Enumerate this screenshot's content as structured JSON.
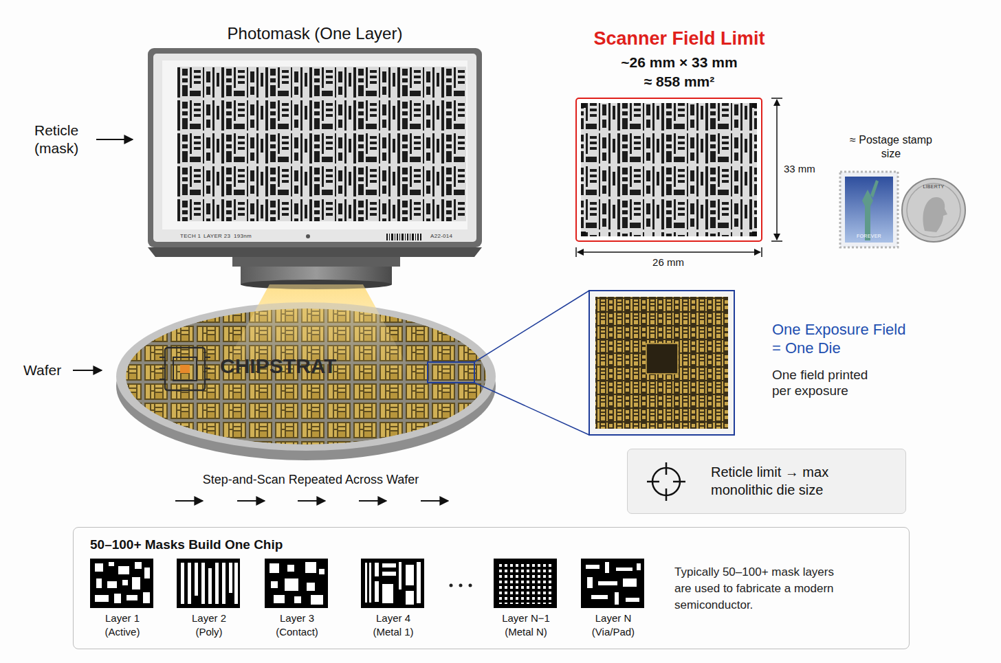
{
  "diagram": {
    "nodes": [
      {
        "text": [
          "Reticle limit → max monolithic die size"
        ]
      },
      {
        "text": [
          "50–100+ Masks Build One Chip",
          "Typically 50–100+ mask layers are used to fabricate a modern semiconductor."
        ]
      },
      {
        "text": [
          "Layer 1 (Active)"
        ],
        "in": 1
      },
      {
        "text": [
          "Layer 2 (Poly)"
        ],
        "in": 1
      },
      {
        "text": [
          "Layer 3 (Contact)"
        ],
        "in": 1
      },
      {
        "text": [
          "Layer 4 (Metal 1)"
        ],
        "in": 1
      },
      {
        "text": [
          "Layer N−1 (Metal N)"
        ],
        "in": 1
      },
      {
        "text": [
          "Layer N (Via/Pad)"
        ],
        "in": 1
      }
    ],
    "labels": [
      "Photomask (One Layer)",
      "Reticle (mask)",
      "TECH 1",
      "LAYER 23",
      "193nm",
      "A22-014",
      "Scanner Field Limit",
      "~26 mm × 33 mm",
      "≈ 858 mm²",
      "33 mm",
      "26 mm",
      "≈ Postage stamp size",
      "FOREVER",
      "LIBERTY",
      "Wafer",
      "CHIPSTRAT",
      "One Exposure Field = One Die",
      "One field printed per exposure",
      "Step-and-Scan Repeated Across Wafer"
    ]
  }
}
